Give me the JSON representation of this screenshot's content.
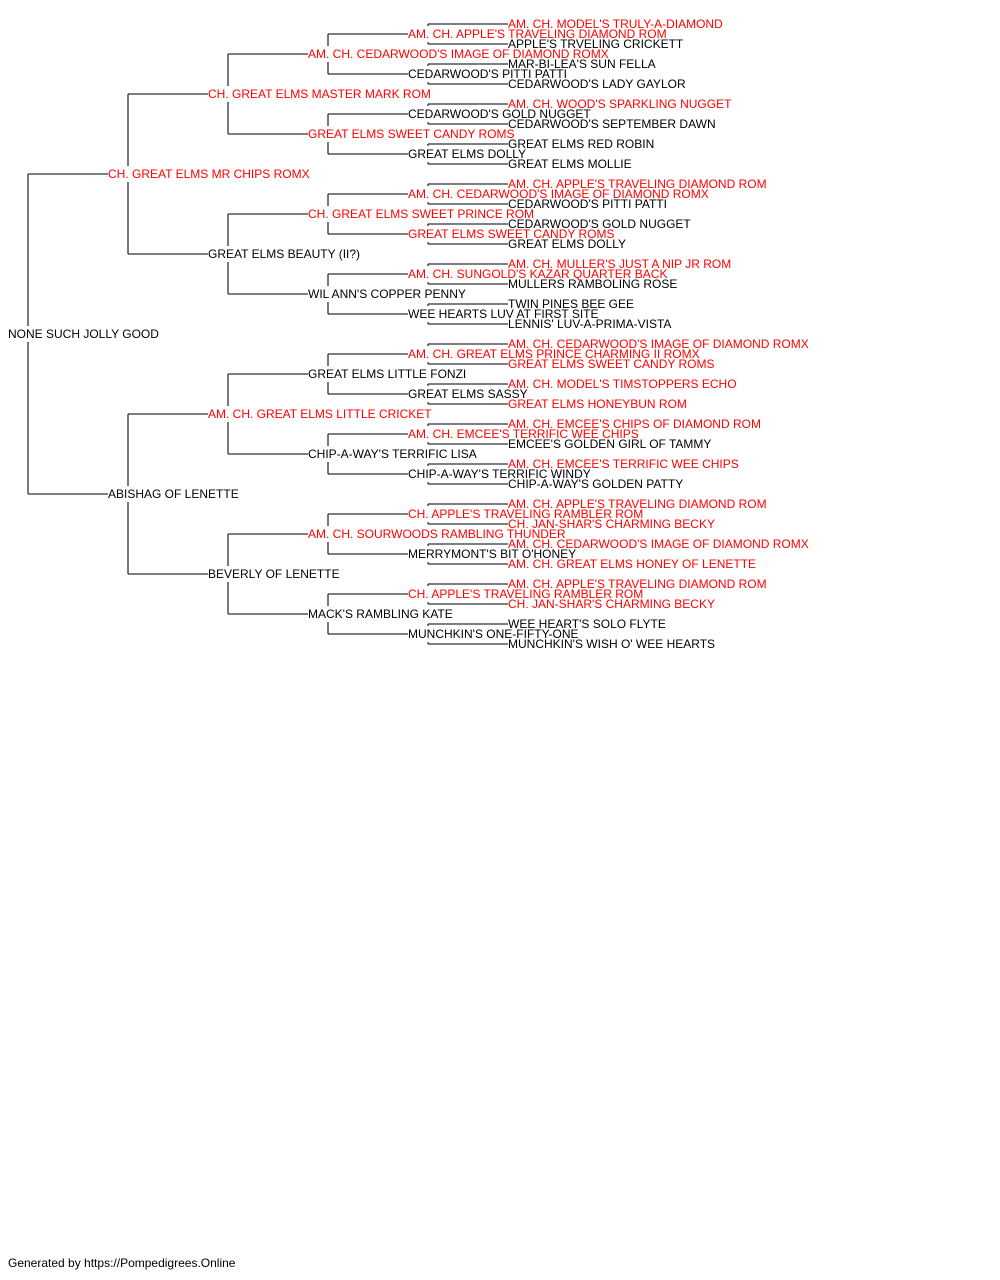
{
  "colors": {
    "titled": "#ff0000",
    "plain": "#000000",
    "line": "#333333"
  },
  "footer": "Generated by https://Pompedigrees.Online",
  "pedigree": {
    "name": "NONE SUCH JOLLY GOOD",
    "titled": false,
    "sire": {
      "name": "CH. GREAT ELMS MR CHIPS ROMX",
      "titled": true,
      "sire": {
        "name": "CH. GREAT ELMS MASTER MARK ROM",
        "titled": true,
        "sire": {
          "name": "AM. CH. CEDARWOOD'S IMAGE OF DIAMOND ROMX",
          "titled": true,
          "sire": {
            "name": "AM. CH. APPLE'S TRAVELING DIAMOND ROM",
            "titled": true,
            "sire": {
              "name": "AM. CH. MODEL'S TRULY-A-DIAMOND",
              "titled": true
            },
            "dam": {
              "name": "APPLE'S TRVELING CRICKETT",
              "titled": false
            }
          },
          "dam": {
            "name": "CEDARWOOD'S PITTI PATTI",
            "titled": false,
            "sire": {
              "name": "MAR-BI-LEA'S SUN FELLA",
              "titled": false
            },
            "dam": {
              "name": "CEDARWOOD'S LADY GAYLOR",
              "titled": false
            }
          }
        },
        "dam": {
          "name": "GREAT ELMS SWEET CANDY ROMS",
          "titled": true,
          "sire": {
            "name": "CEDARWOOD'S GOLD NUGGET",
            "titled": false,
            "sire": {
              "name": "AM. CH. WOOD'S SPARKLING NUGGET",
              "titled": true
            },
            "dam": {
              "name": "CEDARWOOD'S SEPTEMBER DAWN",
              "titled": false
            }
          },
          "dam": {
            "name": "GREAT ELMS DOLLY",
            "titled": false,
            "sire": {
              "name": "GREAT ELMS RED ROBIN",
              "titled": false
            },
            "dam": {
              "name": "GREAT ELMS MOLLIE",
              "titled": false
            }
          }
        }
      },
      "dam": {
        "name": "GREAT ELMS BEAUTY (II?)",
        "titled": false,
        "sire": {
          "name": "CH. GREAT ELMS SWEET PRINCE ROM",
          "titled": true,
          "sire": {
            "name": "AM. CH. CEDARWOOD'S IMAGE OF DIAMOND ROMX",
            "titled": true,
            "sire": {
              "name": "AM. CH. APPLE'S TRAVELING DIAMOND ROM",
              "titled": true
            },
            "dam": {
              "name": "CEDARWOOD'S PITTI PATTI",
              "titled": false
            }
          },
          "dam": {
            "name": "GREAT ELMS SWEET CANDY ROMS",
            "titled": true,
            "sire": {
              "name": "CEDARWOOD'S GOLD NUGGET",
              "titled": false
            },
            "dam": {
              "name": "GREAT ELMS DOLLY",
              "titled": false
            }
          }
        },
        "dam": {
          "name": "WIL ANN'S COPPER PENNY",
          "titled": false,
          "sire": {
            "name": "AM. CH. SUNGOLD'S KAZAR QUARTER BACK",
            "titled": true,
            "sire": {
              "name": "AM. CH. MULLER'S JUST A NIP JR ROM",
              "titled": true
            },
            "dam": {
              "name": "MULLERS RAMBOLING ROSE",
              "titled": false
            }
          },
          "dam": {
            "name": "WEE HEARTS LUV AT FIRST SITE",
            "titled": false,
            "sire": {
              "name": "TWIN PINES BEE GEE",
              "titled": false
            },
            "dam": {
              "name": "LENNIS' LUV-A-PRIMA-VISTA",
              "titled": false
            }
          }
        }
      }
    },
    "dam": {
      "name": "ABISHAG OF LENETTE",
      "titled": false,
      "sire": {
        "name": "AM. CH. GREAT ELMS LITTLE CRICKET",
        "titled": true,
        "sire": {
          "name": "GREAT ELMS LITTLE FONZI",
          "titled": false,
          "sire": {
            "name": "AM. CH. GREAT ELMS PRINCE CHARMING II ROMX",
            "titled": true,
            "sire": {
              "name": "AM. CH. CEDARWOOD'S IMAGE OF DIAMOND ROMX",
              "titled": true
            },
            "dam": {
              "name": "GREAT ELMS SWEET CANDY ROMS",
              "titled": true
            }
          },
          "dam": {
            "name": "GREAT ELMS SASSY",
            "titled": false,
            "sire": {
              "name": "AM. CH. MODEL'S TIMSTOPPERS ECHO",
              "titled": true
            },
            "dam": {
              "name": "GREAT ELMS HONEYBUN ROM",
              "titled": true
            }
          }
        },
        "dam": {
          "name": "CHIP-A-WAY'S TERRIFIC LISA",
          "titled": false,
          "sire": {
            "name": "AM. CH. EMCEE'S TERRIFIC WEE CHIPS",
            "titled": true,
            "sire": {
              "name": "AM. CH. EMCEE'S CHIPS OF DIAMOND ROM",
              "titled": true
            },
            "dam": {
              "name": "EMCEE'S GOLDEN GIRL OF TAMMY",
              "titled": false
            }
          },
          "dam": {
            "name": "CHIP-A-WAY'S TERRIFIC WINDY",
            "titled": false,
            "sire": {
              "name": "AM. CH. EMCEE'S TERRIFIC WEE CHIPS",
              "titled": true
            },
            "dam": {
              "name": "CHIP-A-WAY'S GOLDEN PATTY",
              "titled": false
            }
          }
        }
      },
      "dam": {
        "name": "BEVERLY OF LENETTE",
        "titled": false,
        "sire": {
          "name": "AM. CH. SOURWOODS RAMBLING THUNDER",
          "titled": true,
          "sire": {
            "name": "CH. APPLE'S TRAVELING RAMBLER ROM",
            "titled": true,
            "sire": {
              "name": "AM. CH. APPLE'S TRAVELING DIAMOND ROM",
              "titled": true
            },
            "dam": {
              "name": "CH. JAN-SHAR'S CHARMING BECKY",
              "titled": true
            }
          },
          "dam": {
            "name": "MERRYMONT'S BIT O'HONEY",
            "titled": false,
            "sire": {
              "name": "AM. CH. CEDARWOOD'S IMAGE OF DIAMOND ROMX",
              "titled": true
            },
            "dam": {
              "name": "AM. CH. GREAT ELMS HONEY OF LENETTE",
              "titled": true
            }
          }
        },
        "dam": {
          "name": "MACK'S RAMBLING KATE",
          "titled": false,
          "sire": {
            "name": "CH. APPLE'S TRAVELING RAMBLER ROM",
            "titled": true,
            "sire": {
              "name": "AM. CH. APPLE'S TRAVELING DIAMOND ROM",
              "titled": true
            },
            "dam": {
              "name": "CH. JAN-SHAR'S CHARMING BECKY",
              "titled": true
            }
          },
          "dam": {
            "name": "MUNCHKIN'S ONE-FIFTY-ONE",
            "titled": false,
            "sire": {
              "name": "WEE HEART'S SOLO FLYTE",
              "titled": false
            },
            "dam": {
              "name": "MUNCHKIN'S WISH O' WEE HEARTS",
              "titled": false
            }
          }
        }
      }
    }
  }
}
